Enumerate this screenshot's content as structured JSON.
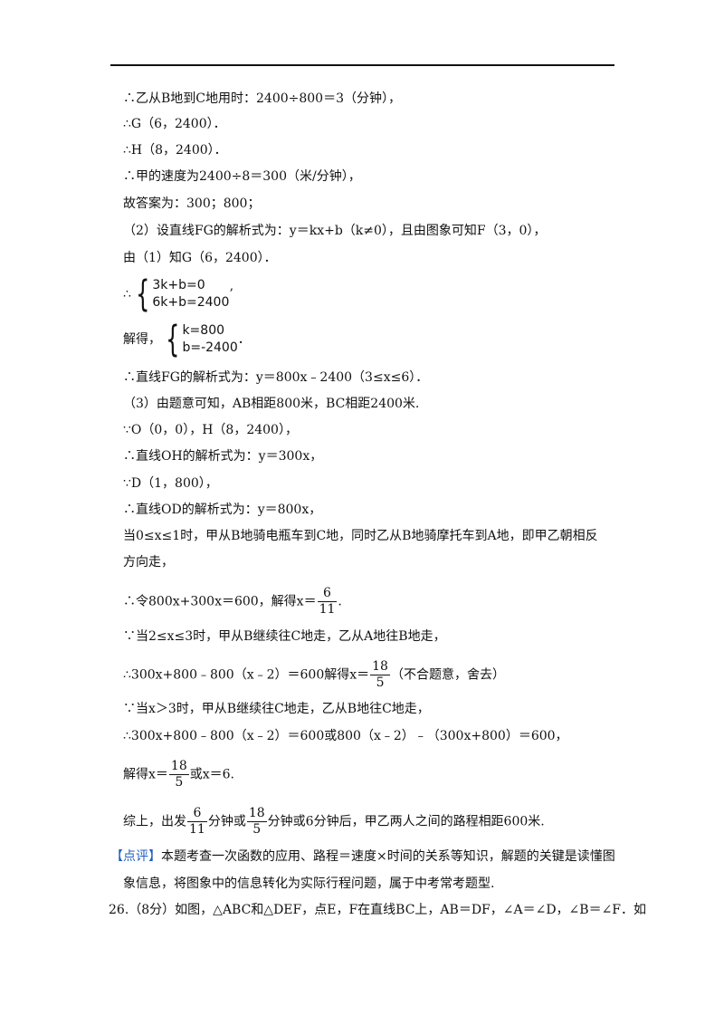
{
  "lines": {
    "l1": "∴乙从B地到C地用时：2400÷800＝3（分钟），",
    "l2": "∴G（6，2400）．",
    "l3": "∴H（8，2400）．",
    "l4": "∴甲的速度为2400÷8＝300（米/分钟），",
    "l5": "故答案为：300；800；",
    "l6": "（2）设直线FG的解析式为：y＝kx+b（k≠0），且由图象可知F（3，0），",
    "l7": "由（1）知G（6，2400）．",
    "l8_prefix": "∴",
    "l8_row1": "3k+b=0",
    "l8_row2": "6k+b=2400",
    "l8_suffix": "’",
    "l9_prefix": "解得，",
    "l9_row1": "k=800",
    "l9_row2": "b=-2400",
    "l9_suffix": "．",
    "l10": "∴直线FG的解析式为：y＝800x﹣2400（3≤x≤6）．",
    "l11": "（3）由题意可知，AB相距800米，BC相距2400米.",
    "l12": "∵O（0，0），H（8，2400），",
    "l13": "∴直线OH的解析式为：y＝300x，",
    "l14": "∵D（1，800），",
    "l15": "∴直线OD的解析式为：y＝800x，",
    "l16": "当0≤x≤1时，甲从B地骑电瓶车到C地，同时乙从B地骑摩托车到A地，即甲乙朝相反",
    "l17": "方向走，",
    "l18_prefix": "∴令800x+300x＝600，解得x＝",
    "l18_num": "6",
    "l18_den": "11",
    "l18_suffix": ".",
    "l19": "∵当2≤x≤3时，甲从B继续往C地走，乙从A地往B地走，",
    "l20_prefix": "∴300x+800﹣800（x﹣2）＝600解得x＝",
    "l20_num": "18",
    "l20_den": "5",
    "l20_suffix": "（不合题意，舍去）",
    "l21": "∵当x＞3时，甲从B继续往C地走，乙从B地往C地走，",
    "l22": "∴300x+800﹣800（x﹣2）＝600或800（x﹣2）﹣（300x+800）＝600，",
    "l23_prefix": "解得x＝",
    "l23_num": "18",
    "l23_den": "5",
    "l23_suffix": "或x＝6.",
    "l24_prefix": "综上，出发",
    "l24_num1": "6",
    "l24_den1": "11",
    "l24_mid": "分钟或",
    "l24_num2": "18",
    "l24_den2": "5",
    "l24_suffix": "分钟或6分钟后，甲乙两人之间的路程相距600米.",
    "l25_tag": "【点评】",
    "l25_text": "本题考查一次函数的应用、路程＝速度×时间的关系等知识，解题的关键是读懂图",
    "l26": "象信息，将图象中的信息转化为实际行程问题，属于中考常考题型.",
    "l27": "26.（8分）如图，△ABC和△DEF，点E，F在直线BC上，AB＝DF，∠A＝∠D，∠B＝∠F．如"
  },
  "colors": {
    "accent": "#1f5fbf"
  }
}
